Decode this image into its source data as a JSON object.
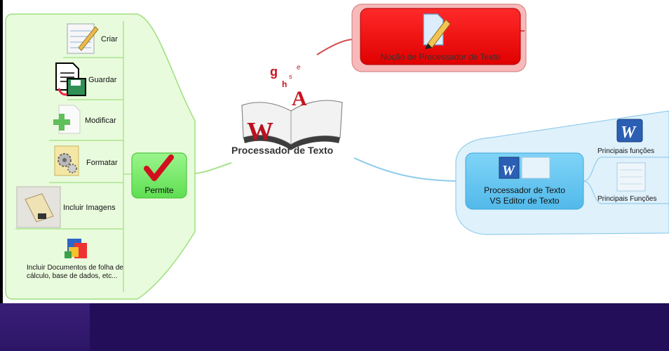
{
  "center": {
    "title": "Processador de Texto"
  },
  "top_node": {
    "label": "Noção de Processador de Texto",
    "color": "#ff0000"
  },
  "permite": {
    "label": "Permite"
  },
  "permite_items": [
    {
      "label": "Criar",
      "icon": "notepad-pencil-icon"
    },
    {
      "label": "Guardar",
      "icon": "document-save-icon"
    },
    {
      "label": "Modificar",
      "icon": "document-add-icon"
    },
    {
      "label": "Formatar",
      "icon": "document-gears-icon"
    },
    {
      "label": "Incluir Imagens",
      "icon": "image-icon"
    },
    {
      "label": "Incluir Documentos de folha de cálculo, base de dados, etc...",
      "icon": "office-apps-icon"
    }
  ],
  "right_node": {
    "title_line1": "Processador de Texto",
    "title_line2": "VS Editor de Texto",
    "children": [
      {
        "label": "Principais funções",
        "icon": "word-icon"
      },
      {
        "label": "Principais Funções",
        "icon": "notepad-icon"
      }
    ]
  },
  "colors": {
    "green_panel": "#e9fbdd",
    "green_node": "#79ec6c",
    "blue_panel": "#dff1fb",
    "blue_node": "#64c6f2",
    "footer": "#230e59"
  }
}
